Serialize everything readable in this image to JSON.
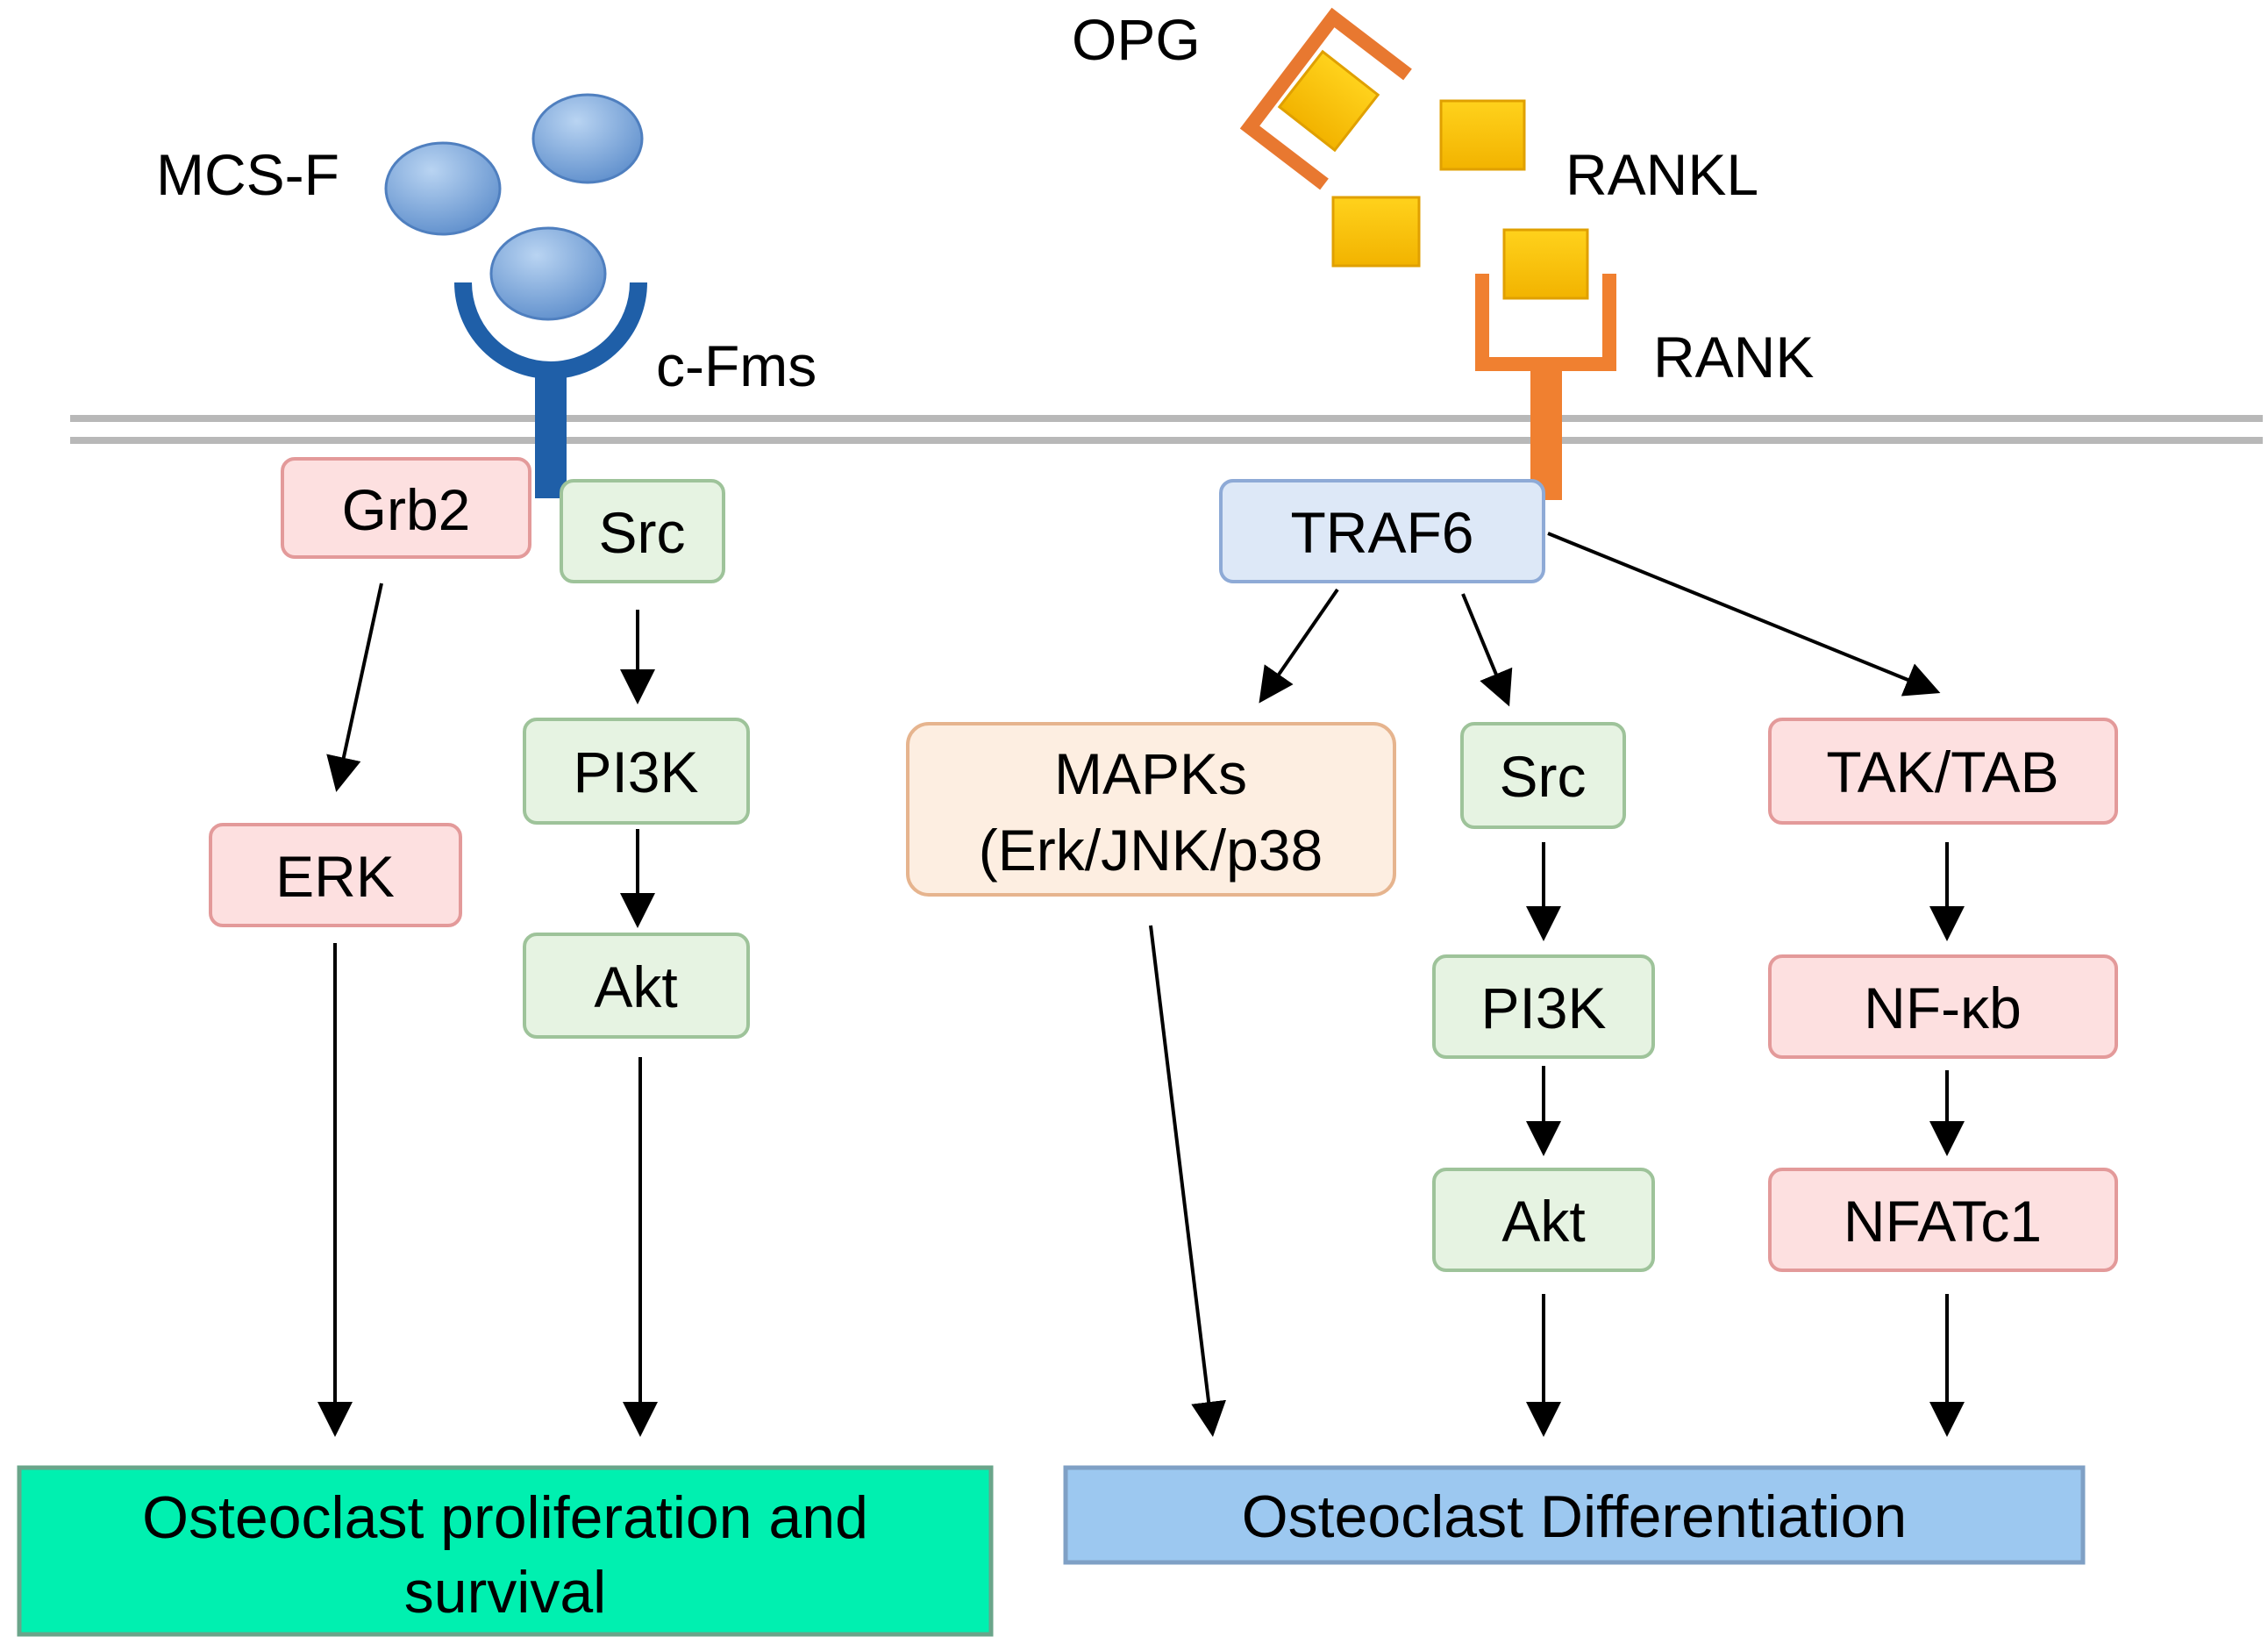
{
  "labels": {
    "mcsf": "MCS-F",
    "cfms": "c-Fms",
    "opg": "OPG",
    "rankl": "RANKL",
    "rank": "RANK"
  },
  "nodes": {
    "grb2": "Grb2",
    "src_left": "Src",
    "erk": "ERK",
    "pi3k_left": "PI3K",
    "akt_left": "Akt",
    "traf6": "TRAF6",
    "mapks_line1": "MAPKs",
    "mapks_line2": "(Erk/JNK/p38",
    "src_right": "Src",
    "pi3k_right": "PI3K",
    "akt_right": "Akt",
    "taktab": "TAK/TAB",
    "nfkb": "NF-κb",
    "nfatc1": "NFATc1"
  },
  "outcomes": {
    "left_line1": "Osteoclast proliferation and",
    "left_line2": "survival",
    "right": "Osteoclast Differentiation"
  },
  "colors": {
    "pink_fill": "#fde0e0",
    "pink_stroke": "#e39a9a",
    "green_fill": "#e6f3e2",
    "green_stroke": "#9ec39a",
    "blue_fill": "#dde8f7",
    "blue_stroke": "#8eaad6",
    "peach_fill": "#fdeee1",
    "peach_stroke": "#e6b48e",
    "outcome_left": "#00f0b0",
    "outcome_right": "#9cc8f0",
    "receptor_cfms": "#1f5fa8",
    "receptor_rank": "#f08030",
    "ligand_mcsf": "#6e9fd8",
    "ligand_rankl": "#f8c000",
    "opg": "#e87830"
  }
}
